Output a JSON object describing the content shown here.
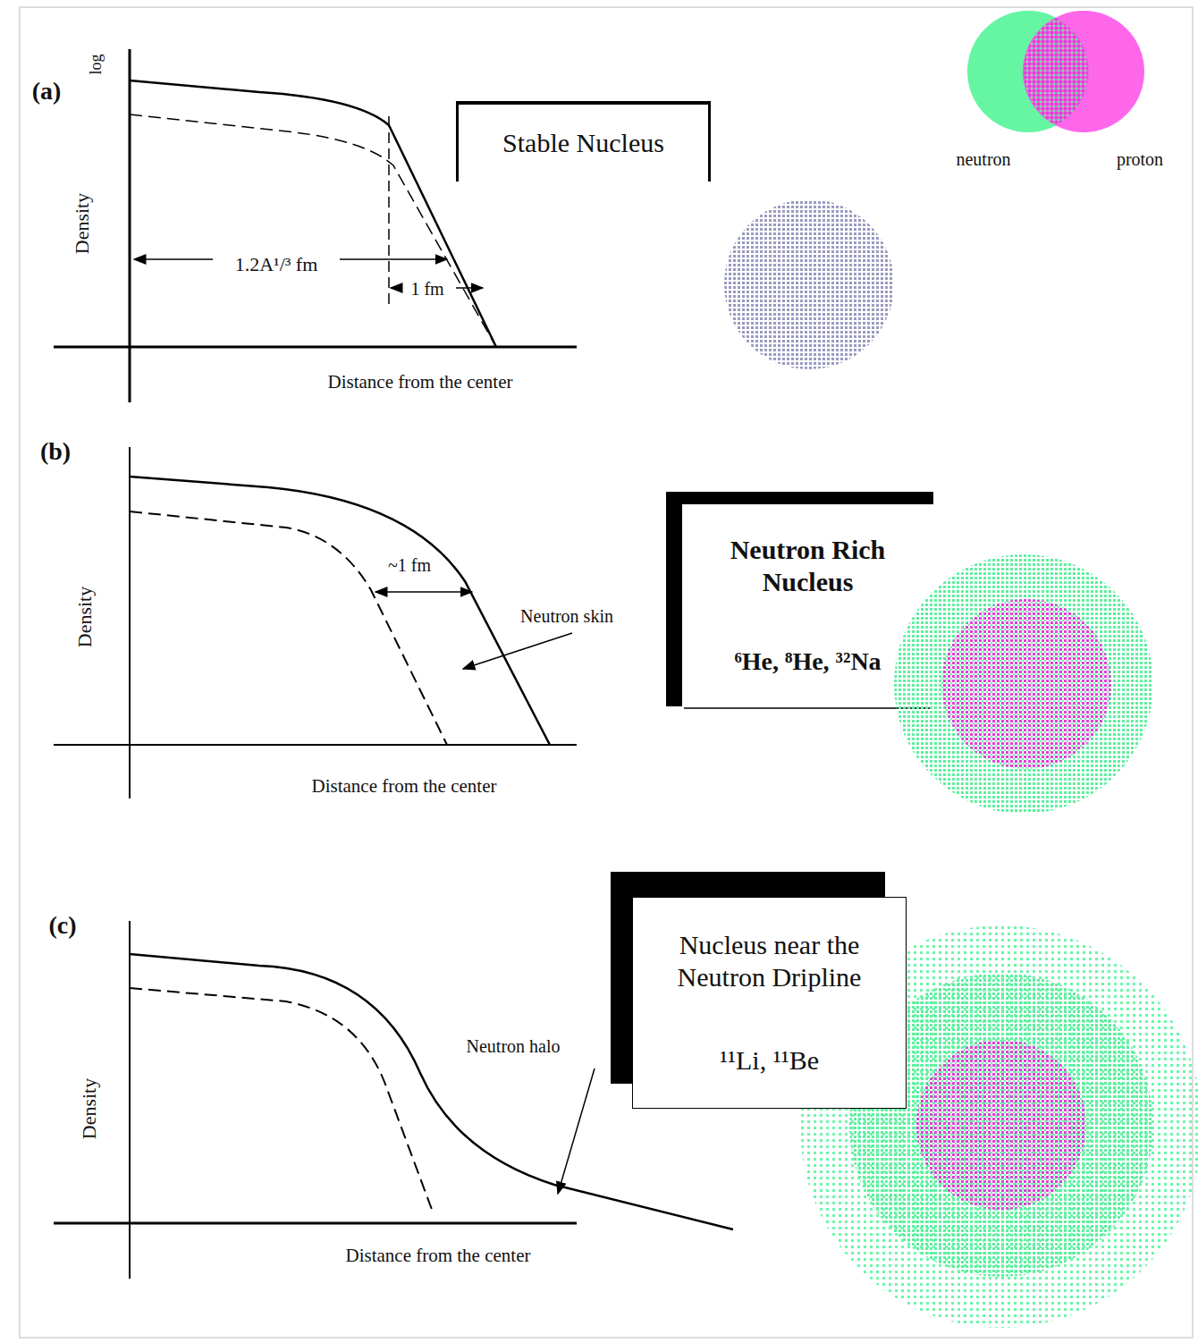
{
  "diagram": {
    "nodes": [
      {
        "text": [
          "Stable Nucleus"
        ]
      },
      {
        "text": [
          "Neutron Rich Nucleus",
          "⁶He, ⁸He, ³²Na"
        ]
      },
      {
        "text": [
          "Nucleus near the Neutron Dripline",
          "¹¹Li, ¹¹Be"
        ]
      }
    ],
    "labels": [
      "(a)",
      "log",
      "Density",
      "1.2A¹/³ fm",
      "1 fm",
      "Distance from the center",
      "(b)",
      "Density",
      "~1 fm",
      "Neutron skin",
      "Distance from the center",
      "(c)",
      "Density",
      "Neutron halo",
      "Distance from the center"
    ],
    "legend": [
      {
        "text": "neutron",
        "color": "#66f5a3"
      },
      {
        "text": "proton",
        "color": "#ff4ce6"
      }
    ]
  }
}
